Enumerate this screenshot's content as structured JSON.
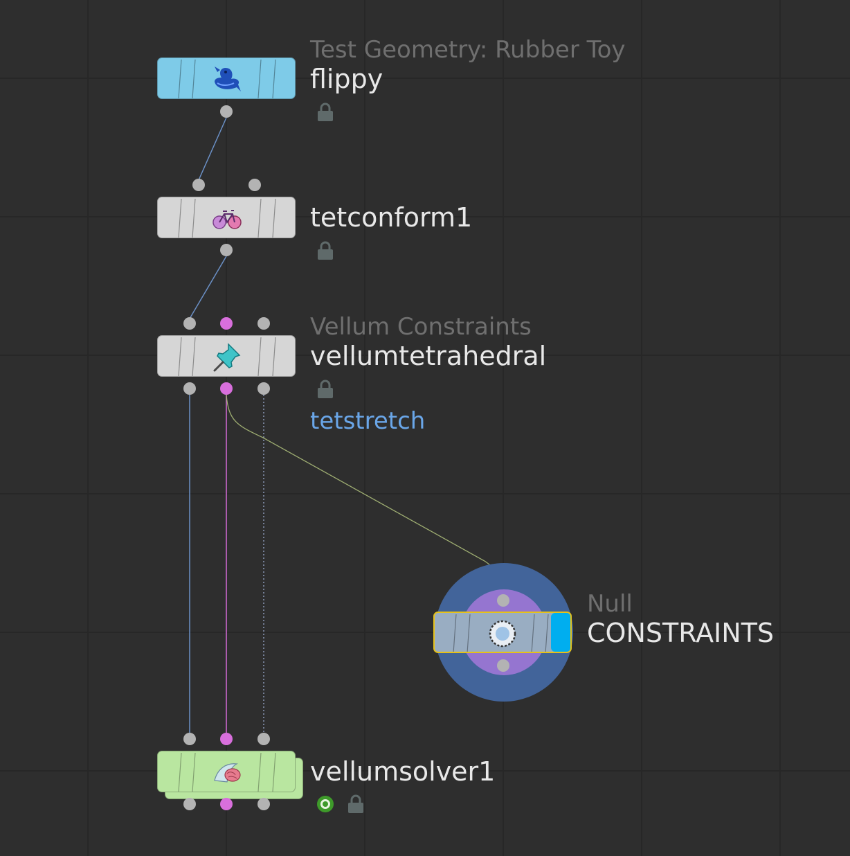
{
  "network": {
    "nodes": {
      "flippy": {
        "type_label": "Test Geometry: Rubber Toy",
        "name": "flippy",
        "color": "#7ecbe8",
        "icon": "rubber-duck-icon",
        "locked": true
      },
      "tetconform1": {
        "name": "tetconform1",
        "color": "#d6d6d6",
        "icon": "bicycle-icon",
        "locked": true
      },
      "vellumtetrahedral": {
        "type_label": "Vellum Constraints",
        "name": "vellumtetrahedral",
        "comment": "tetstretch",
        "color": "#d6d6d6",
        "icon": "pushpin-icon",
        "locked": true
      },
      "constraints": {
        "type_label": "Null",
        "name": "CONSTRAINTS",
        "color": "#99adc2",
        "icon": "null-circle-icon",
        "display_flag_color": "#00aeef",
        "selected_border_color": "#e6c21a"
      },
      "vellumsolver1": {
        "name": "vellumsolver1",
        "color": "#b9e6a0",
        "icon": "vellum-solver-icon",
        "locked": true,
        "badge": "green-ring-icon"
      }
    },
    "wire_colors": {
      "default": "#6b90c6",
      "pink": "#d86fdc",
      "dotted": "#8c9ab8",
      "constraint": "#9fae72"
    },
    "port_colors": {
      "gray": "#b3b3b3",
      "pink": "#d86fdc"
    }
  }
}
